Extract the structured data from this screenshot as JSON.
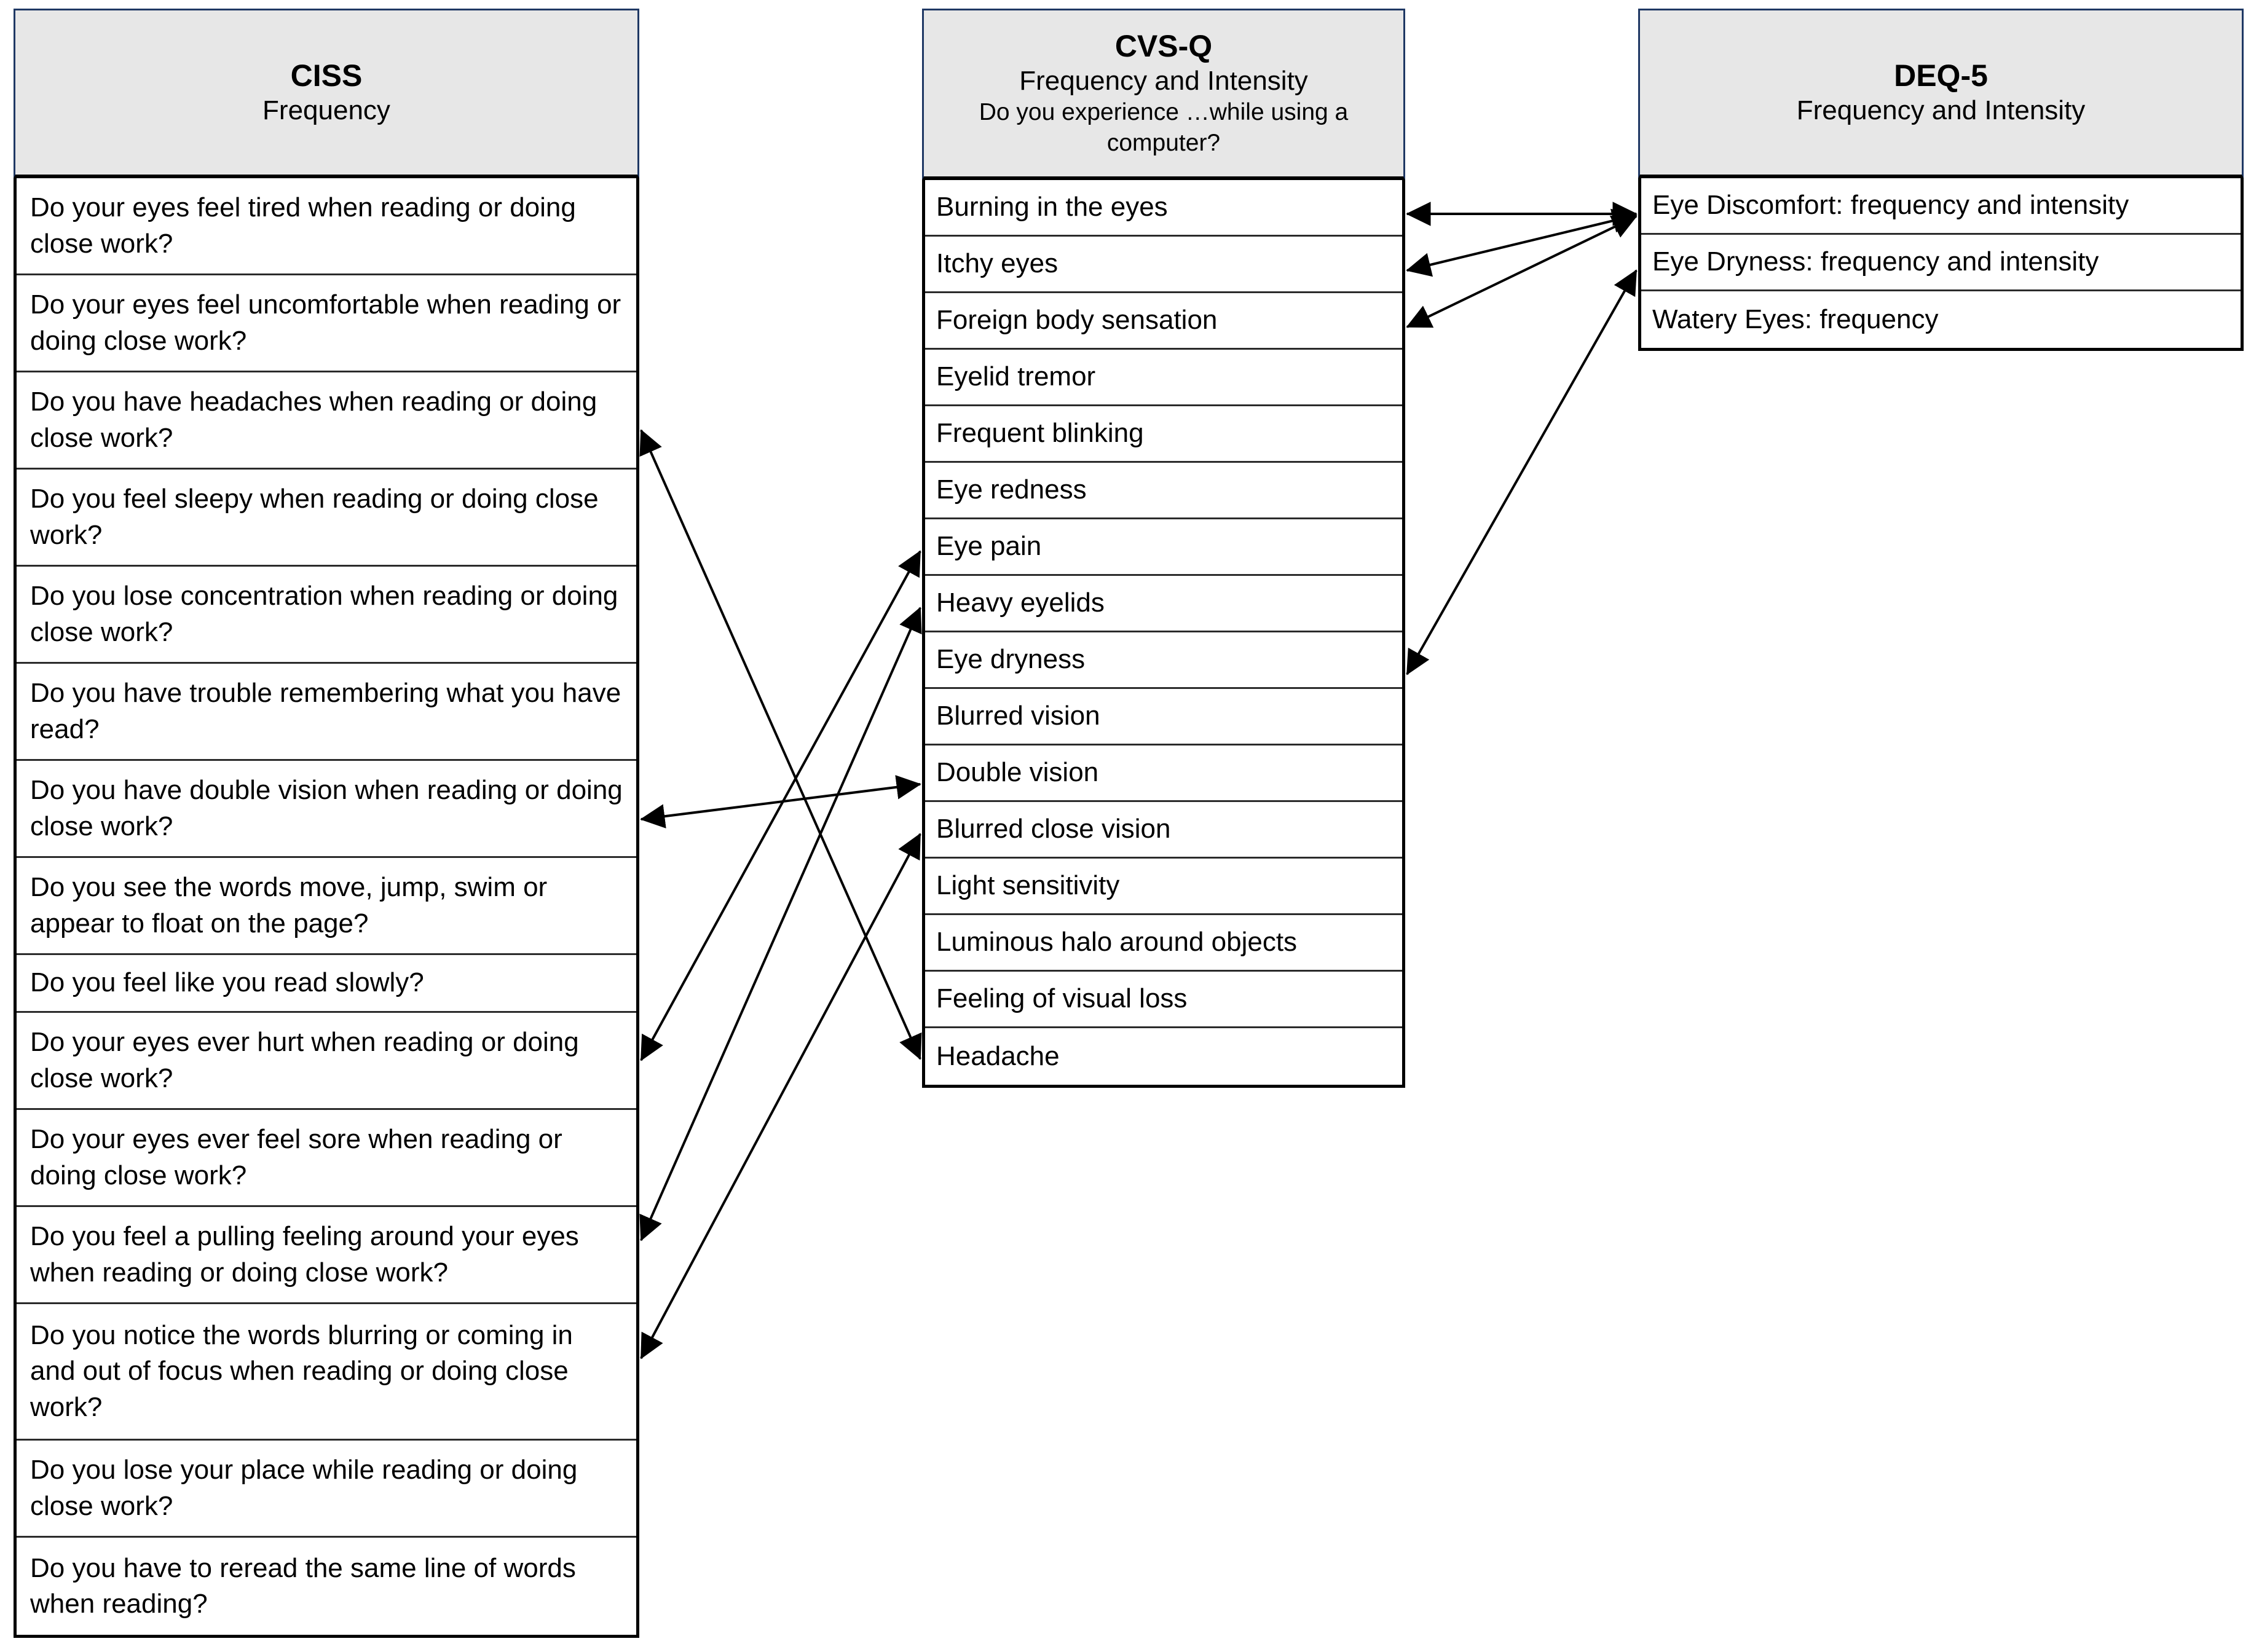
{
  "panels": {
    "ciss": {
      "title": "CISS",
      "subtitle": "Frequency",
      "items": [
        "Do your eyes feel tired when reading or doing close work?",
        "Do your eyes feel uncomfortable when reading or doing close work?",
        "Do you have headaches when reading or doing close work?",
        "Do you feel sleepy when reading or doing close work?",
        "Do you lose concentration when reading or doing close work?",
        "Do you have trouble remembering what you have read?",
        "Do you have double vision when reading or doing close work?",
        "Do you see the words move, jump, swim or appear to float on the page?",
        "Do you feel like you read slowly?",
        "Do your eyes ever hurt when reading or doing close work?",
        "Do your eyes ever feel sore when reading or doing close work?",
        "Do you feel a pulling feeling around your eyes when reading or doing close work?",
        "Do you notice the words blurring or coming in and out of focus when reading or doing close work?",
        "Do you lose your place while reading or doing close work?",
        "Do you have to reread the same line of words when reading?"
      ]
    },
    "cvsq": {
      "title": "CVS-Q",
      "subtitle": "Frequency and Intensity",
      "prompt": "Do you experience …while using a computer?",
      "items": [
        "Burning in the eyes",
        "Itchy eyes",
        "Foreign body sensation",
        "Eyelid tremor",
        "Frequent blinking",
        "Eye redness",
        "Eye pain",
        "Heavy eyelids",
        "Eye dryness",
        "Blurred vision",
        "Double vision",
        "Blurred close vision",
        "Light sensitivity",
        "Luminous halo around objects",
        "Feeling of visual loss",
        "Headache"
      ]
    },
    "deq5": {
      "title": "DEQ-5",
      "subtitle": "Frequency and Intensity",
      "items": [
        "Eye Discomfort: frequency and intensity",
        "Eye Dryness: frequency and intensity",
        "Watery Eyes: frequency"
      ]
    }
  },
  "colors": {
    "header_border": "#1f3864",
    "header_fill": "#e7e7e7",
    "row_border": "#2b2b2b",
    "arrow": "#000000"
  },
  "links": {
    "ciss_cvsq": [
      {
        "from": "Do you have headaches when reading or doing close work?",
        "to": "Headache",
        "direction": "both"
      },
      {
        "from": "Do you have double vision when reading or doing close work?",
        "to": "Double vision",
        "direction": "both"
      },
      {
        "from": "Do your eyes ever hurt when reading or doing close work?",
        "to": "Eye pain",
        "direction": "both"
      },
      {
        "from": "Do you feel a pulling feeling around your eyes when reading or doing close work?",
        "to": "Heavy eyelids",
        "direction": "both"
      },
      {
        "from": "Do you notice the words blurring or coming in and out of focus when reading or doing close work?",
        "to": "Blurred close vision",
        "direction": "both"
      }
    ],
    "cvsq_deq5": [
      {
        "from": "Burning in the eyes",
        "to": "Eye Discomfort: frequency and intensity",
        "direction": "both"
      },
      {
        "from": "Itchy eyes",
        "to": "Eye Discomfort: frequency and intensity",
        "direction": "both"
      },
      {
        "from": "Foreign body sensation",
        "to": "Eye Discomfort: frequency and intensity",
        "direction": "both"
      },
      {
        "from": "Eye dryness",
        "to": "Eye Dryness: frequency and intensity",
        "direction": "both"
      }
    ]
  }
}
